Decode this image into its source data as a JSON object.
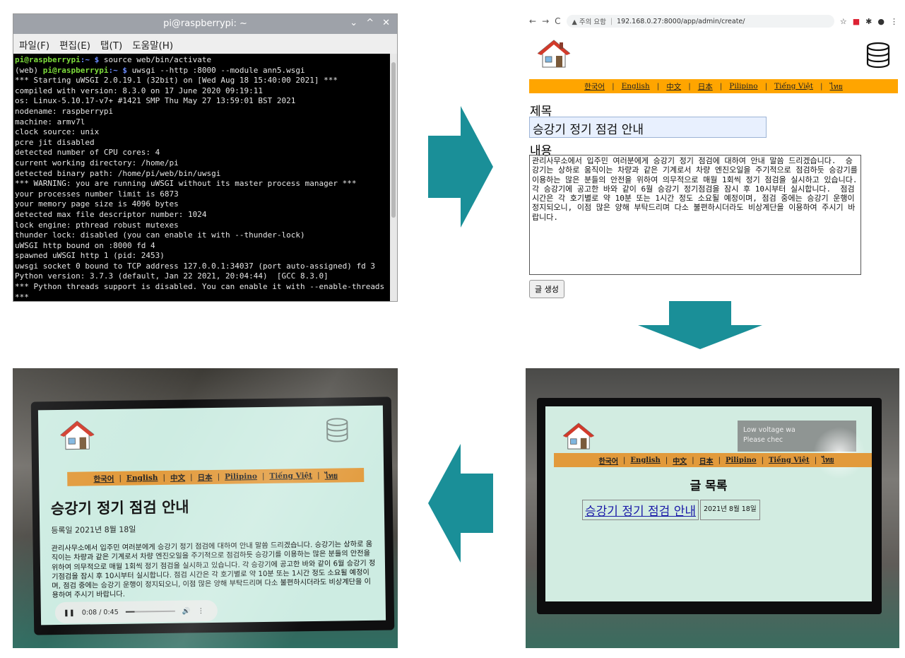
{
  "terminal": {
    "title": "pi@raspberrypi: ~",
    "window_controls": [
      "⌄",
      "^",
      "✕"
    ],
    "menu": [
      "파일(F)",
      "편집(E)",
      "탭(T)",
      "도움말(H)"
    ],
    "prompt_user": "pi@raspberrypi",
    "prompt_path": ":~ $",
    "cmd1": " source web/bin/activate",
    "venv": "(web) ",
    "cmd2": " uwsgi --http :8000 --module ann5.wsgi",
    "output": "*** Starting uWSGI 2.0.19.1 (32bit) on [Wed Aug 18 15:40:00 2021] ***\ncompiled with version: 8.3.0 on 17 June 2020 09:19:11\nos: Linux-5.10.17-v7+ #1421 SMP Thu May 27 13:59:01 BST 2021\nnodename: raspberrypi\nmachine: armv7l\nclock source: unix\npcre jit disabled\ndetected number of CPU cores: 4\ncurrent working directory: /home/pi\ndetected binary path: /home/pi/web/bin/uwsgi\n*** WARNING: you are running uWSGI without its master process manager ***\nyour processes number limit is 6873\nyour memory page size is 4096 bytes\ndetected max file descriptor number: 1024\nlock engine: pthread robust mutexes\nthunder lock: disabled (you can enable it with --thunder-lock)\nuWSGI http bound on :8000 fd 4\nspawned uWSGI http 1 (pid: 2453)\nuwsgi socket 0 bound to TCP address 127.0.0.1:34037 (port auto-assigned) fd 3\nPython version: 3.7.3 (default, Jan 22 2021, 20:04:44)  [GCC 8.3.0]\n*** Python threads support is disabled. You can enable it with --enable-threads\n***"
  },
  "browser": {
    "nav": [
      "←",
      "→",
      "C"
    ],
    "security_warning": "▲ 주의 요함",
    "url": "192.168.0.27:8000/app/admin/create/",
    "ext_icons": [
      "☆",
      "■",
      "✱",
      "●",
      "⋮"
    ],
    "languages": [
      "한국어",
      "English",
      "中文",
      "日本",
      "Pilipino",
      "Tiếng Việt",
      "ไทย"
    ],
    "title_label": "제목",
    "title_value": "승강기 정기 점검 안내",
    "content_label": "내용",
    "content_value": "관리사무소에서 입주민 여러분에게 승강기 정기 점검에 대하여 안내 말씀 드리겠습니다.  승강기는 상하로 움직이는 차량과 같은 기계로서 차량 엔진오일을 주기적으로 점검하듯 승강기를 이용하는 많은 분들의 안전을 위하여 의무적으로 매월 1회씩 정기 점검을 실시하고 있습니다.  각 승강기에 공고한 바와 같이 6월 승강기 정기점검을 잠시 후 10시부터 실시합니다.  점검 시간은 각 호기별로 약 10분 또는 1시간 정도 소요될 예정이며, 점검 중에는 승강기 운행이 정지되오니, 이점 많은 양해 부탁드리며 다소 불편하시더라도 비상계단을 이용하여 주시기 바랍니다.",
    "submit_label": "글 생성"
  },
  "device_list": {
    "languages": [
      "한국어",
      "English",
      "中文",
      "日本",
      "Pilipino",
      "Tiếng Việt",
      "ไทย"
    ],
    "toast_line1": "Low voltage wa",
    "toast_line2": "Please chec",
    "heading": "글 목록",
    "rows": [
      {
        "title": "승강기 정기 점검 안내",
        "date": "2021년 8월 18일"
      }
    ]
  },
  "device_detail": {
    "languages": [
      "한국어",
      "English",
      "中文",
      "日本",
      "Pilipino",
      "Tiếng Việt",
      "ไทย"
    ],
    "title": "승강기 정기 점검 안내",
    "date": "등록일 2021년 8월 18일",
    "body": "관리사무소에서 입주민 여러분에게 승강기 정기 점검에 대하여 안내 말씀 드리겠습니다. 승강기는 상하로 움직이는 차량과 같은 기계로서 차량 엔진오일을 주기적으로 점검하듯 승강기를 이용하는 많은 분들의 안전을 위하여 의무적으로 매월 1회씩 정기 점검을 실시하고 있습니다. 각 승강기에 공고한 바와 같이 6월 승강기 정기점검을 잠시 후 10시부터 실시합니다. 점검 시간은 각 호기별로 약 10분 또는 1시간 정도 소요될 예정이며, 점검 중에는 승강기 운행이 정지되오니, 이점 많은 양해 부탁드리며 다소 불편하시더라도 비상계단을 이용하여 주시기 바랍니다.",
    "audio_time": "0:08 / 0:45",
    "audio_progress": 0.18
  },
  "colors": {
    "arrow": "#1a8f98",
    "lang_bar": "#ffa500",
    "prompt_green": "#7ddc3b",
    "prompt_blue": "#6b8cff"
  }
}
